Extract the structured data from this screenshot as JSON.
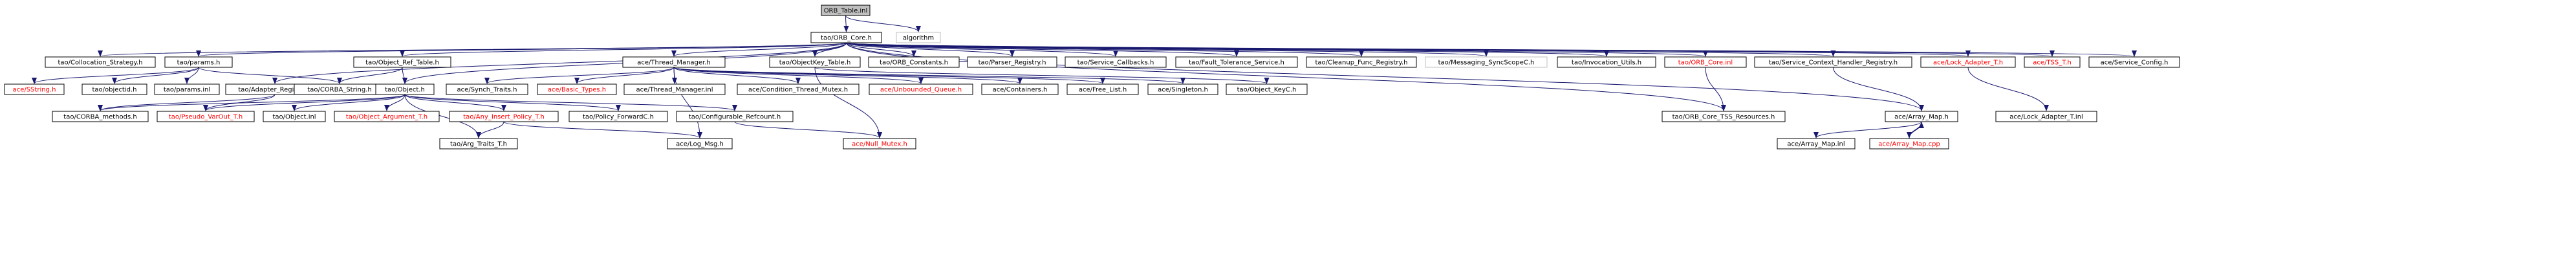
{
  "nodes": {
    "orb_table": {
      "label": "ORB_Table.inl",
      "style": "root"
    },
    "orb_core": {
      "label": "tao/ORB_Core.h",
      "style": "normal"
    },
    "algorithm": {
      "label": "algorithm",
      "style": "missing"
    },
    "collocation_strategy": {
      "label": "tao/Collocation_Strategy.h",
      "style": "normal"
    },
    "params_h": {
      "label": "tao/params.h",
      "style": "normal"
    },
    "object_ref_table": {
      "label": "tao/Object_Ref_Table.h",
      "style": "normal"
    },
    "thread_manager_h": {
      "label": "ace/Thread_Manager.h",
      "style": "normal"
    },
    "objectkey_table": {
      "label": "tao/ObjectKey_Table.h",
      "style": "normal"
    },
    "orb_constants": {
      "label": "tao/ORB_Constants.h",
      "style": "normal"
    },
    "parser_registry": {
      "label": "tao/Parser_Registry.h",
      "style": "normal"
    },
    "service_callbacks": {
      "label": "tao/Service_Callbacks.h",
      "style": "normal"
    },
    "fault_tolerance": {
      "label": "tao/Fault_Tolerance_Service.h",
      "style": "normal"
    },
    "cleanup_func": {
      "label": "tao/Cleanup_Func_Registry.h",
      "style": "normal"
    },
    "messaging_sync": {
      "label": "tao/Messaging_SyncScopeC.h",
      "style": "missing"
    },
    "invocation_utils": {
      "label": "tao/Invocation_Utils.h",
      "style": "normal"
    },
    "orb_core_inl": {
      "label": "tao/ORB_Core.inl",
      "style": "red"
    },
    "service_context": {
      "label": "tao/Service_Context_Handler_Registry.h",
      "style": "normal"
    },
    "lock_adapter_h": {
      "label": "ace/Lock_Adapter_T.h",
      "style": "red"
    },
    "tss_t": {
      "label": "ace/TSS_T.h",
      "style": "red"
    },
    "service_config": {
      "label": "ace/Service_Config.h",
      "style": "normal"
    },
    "sstring": {
      "label": "ace/SString.h",
      "style": "red"
    },
    "objectid": {
      "label": "tao/objectid.h",
      "style": "normal"
    },
    "params_inl": {
      "label": "tao/params.inl",
      "style": "normal"
    },
    "adapter_registry": {
      "label": "tao/Adapter_Registry.h",
      "style": "normal"
    },
    "corba_string": {
      "label": "tao/CORBA_String.h",
      "style": "normal"
    },
    "object_h": {
      "label": "tao/Object.h",
      "style": "normal"
    },
    "synch_traits": {
      "label": "ace/Synch_Traits.h",
      "style": "normal"
    },
    "basic_types": {
      "label": "ace/Basic_Types.h",
      "style": "red"
    },
    "thread_manager_inl": {
      "label": "ace/Thread_Manager.inl",
      "style": "normal"
    },
    "condition_thread_mutex": {
      "label": "ace/Condition_Thread_Mutex.h",
      "style": "normal"
    },
    "unbounded_queue": {
      "label": "ace/Unbounded_Queue.h",
      "style": "red"
    },
    "containers": {
      "label": "ace/Containers.h",
      "style": "normal"
    },
    "free_list": {
      "label": "ace/Free_List.h",
      "style": "normal"
    },
    "singleton": {
      "label": "ace/Singleton.h",
      "style": "normal"
    },
    "object_keyc": {
      "label": "tao/Object_KeyC.h",
      "style": "normal"
    },
    "orb_core_tss": {
      "label": "tao/ORB_Core_TSS_Resources.h",
      "style": "normal"
    },
    "array_map_h": {
      "label": "ace/Array_Map.h",
      "style": "normal"
    },
    "lock_adapter_inl": {
      "label": "ace/Lock_Adapter_T.inl",
      "style": "normal"
    },
    "corba_methods": {
      "label": "tao/CORBA_methods.h",
      "style": "normal"
    },
    "pseudo_var_out": {
      "label": "tao/Pseudo_VarOut_T.h",
      "style": "red"
    },
    "object_inl": {
      "label": "tao/Object.inl",
      "style": "normal"
    },
    "object_argument": {
      "label": "tao/Object_Argument_T.h",
      "style": "red"
    },
    "any_insert_policy": {
      "label": "tao/Any_Insert_Policy_T.h",
      "style": "red"
    },
    "policy_forwardc": {
      "label": "tao/Policy_ForwardC.h",
      "style": "normal"
    },
    "configurable_refcount": {
      "label": "tao/Configurable_Refcount.h",
      "style": "normal"
    },
    "array_map_inl": {
      "label": "ace/Array_Map.inl",
      "style": "normal"
    },
    "array_map_cpp": {
      "label": "ace/Array_Map.cpp",
      "style": "red"
    },
    "arg_traits": {
      "label": "tao/Arg_Traits_T.h",
      "style": "normal"
    },
    "log_msg": {
      "label": "ace/Log_Msg.h",
      "style": "normal"
    },
    "null_mutex": {
      "label": "ace/Null_Mutex.h",
      "style": "red"
    }
  },
  "colors": {
    "edge": "#191970",
    "root_fill": "#bfbfbf",
    "missing_border": "#bfbfbf",
    "red_text": "#ff0000"
  }
}
